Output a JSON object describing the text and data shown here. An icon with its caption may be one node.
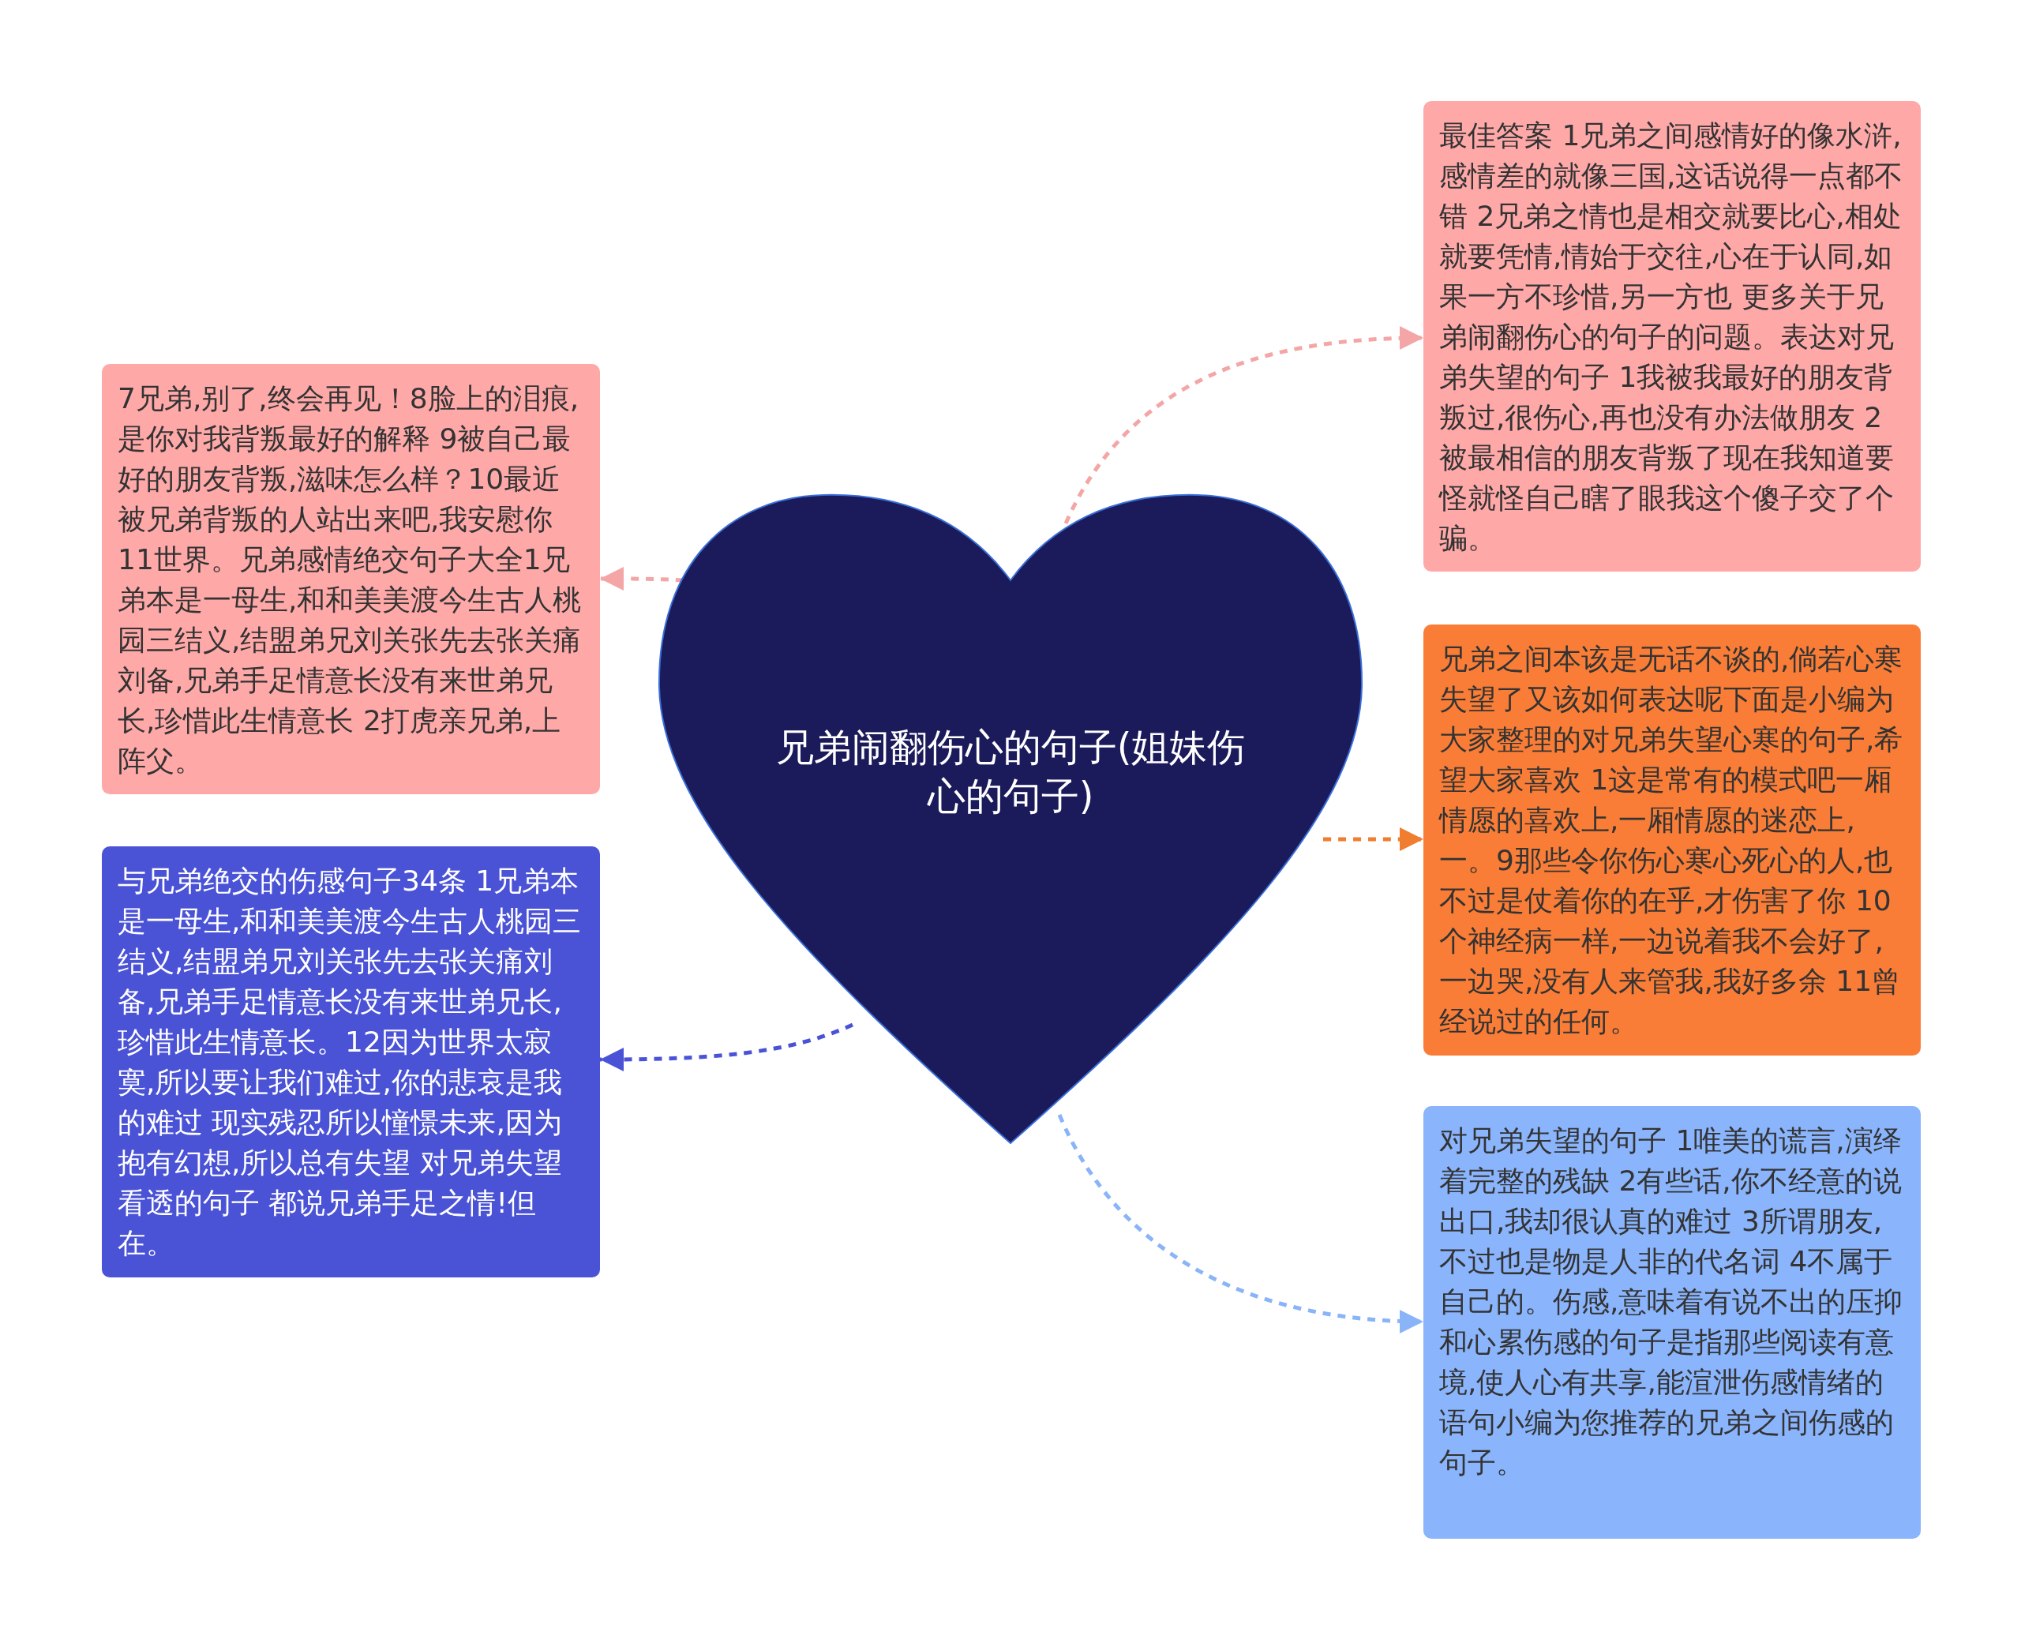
{
  "diagram": {
    "nodes": [
      {
        "text": [
          "兄弟闹翻伤心的句子(姐妹伤心的句子)"
        ]
      },
      {
        "text": [
          "最佳答案 1兄弟之间感情好的像水浒,感情差的就像三国,这话说得一点都不错 2兄弟之情也是相交就要比心,相处就要凭情,情始于交往,心在于认同,如果一方不珍惜,另一方也 更多关于兄弟闹翻伤心的句子的问题。表达对兄弟失望的句子 1我被我最好的朋友背叛过,很伤心,再也没有办法做朋友 2被最相信的朋友背叛了现在我知道要怪就怪自己瞎了眼我这个傻子交了个骗。"
        ]
      },
      {
        "text": [
          "兄弟之间本该是无话不谈的,倘若心寒失望了又该如何表达呢下面是小编为大家整理的对兄弟失望心寒的句子,希望大家喜欢 1这是常有的模式吧一厢情愿的喜欢上,一厢情愿的迷恋上,一。9那些令你伤心寒心死心的人,也不过是仗着你的在乎,才伤害了你 10个神经病一样,一边说着我不会好了,一边哭,没有人来管我,我好多余 11曾经说过的任何。"
        ]
      },
      {
        "text": [
          "对兄弟失望的句子 1唯美的谎言,演绎着完整的残缺 2有些话,你不经意的说出口,我却很认真的难过 3所谓朋友,不过也是物是人非的代名词 4不属于自己的。伤感,意味着有说不出的压抑和心累伤感的句子是指那些阅读有意境,使人心有共享,能渲泄伤感情绪的语句小编为您推荐的兄弟之间伤感的句子。"
        ]
      },
      {
        "text": [
          "7兄弟,别了,终会再见！8脸上的泪痕,是你对我背叛最好的解释 9被自己最好的朋友背叛,滋味怎么样？10最近被兄弟背叛的人站出来吧,我安慰你 11世界。兄弟感情绝交句子大全1兄弟本是一母生,和和美美渡今生古人桃园三结义,结盟弟兄刘关张先去张关痛刘备,兄弟手足情意长没有来世弟兄长,珍惜此生情意长 2打虎亲兄弟,上阵父。"
        ]
      },
      {
        "text": [
          "与兄弟绝交的伤感句子34条 1兄弟本是一母生,和和美美渡今生古人桃园三结义,结盟弟兄刘关张先去张关痛刘备,兄弟手足情意长没有来世弟兄长,珍惜此生情意长。12因为世界太寂寞,所以要让我们难过,你的悲哀是我的难过 现实残忍所以憧憬未来,因为抱有幻想,所以总有失望 对兄弟失望看透的句子 都说兄弟手足之情!但在。"
        ]
      }
    ],
    "edges": [
      {
        "from": 0,
        "to": 1,
        "arrow": "to",
        "style": "dashed",
        "color": "#f4a6a6"
      },
      {
        "from": 0,
        "to": 2,
        "arrow": "to",
        "style": "dashed",
        "color": "#f07d30"
      },
      {
        "from": 0,
        "to": 3,
        "arrow": "to",
        "style": "dashed",
        "color": "#8ab4f8"
      },
      {
        "from": 0,
        "to": 4,
        "arrow": "to",
        "style": "dashed",
        "color": "#f4a6a6"
      },
      {
        "from": 0,
        "to": 5,
        "arrow": "to",
        "style": "dashed",
        "color": "#4a52d6"
      }
    ]
  }
}
